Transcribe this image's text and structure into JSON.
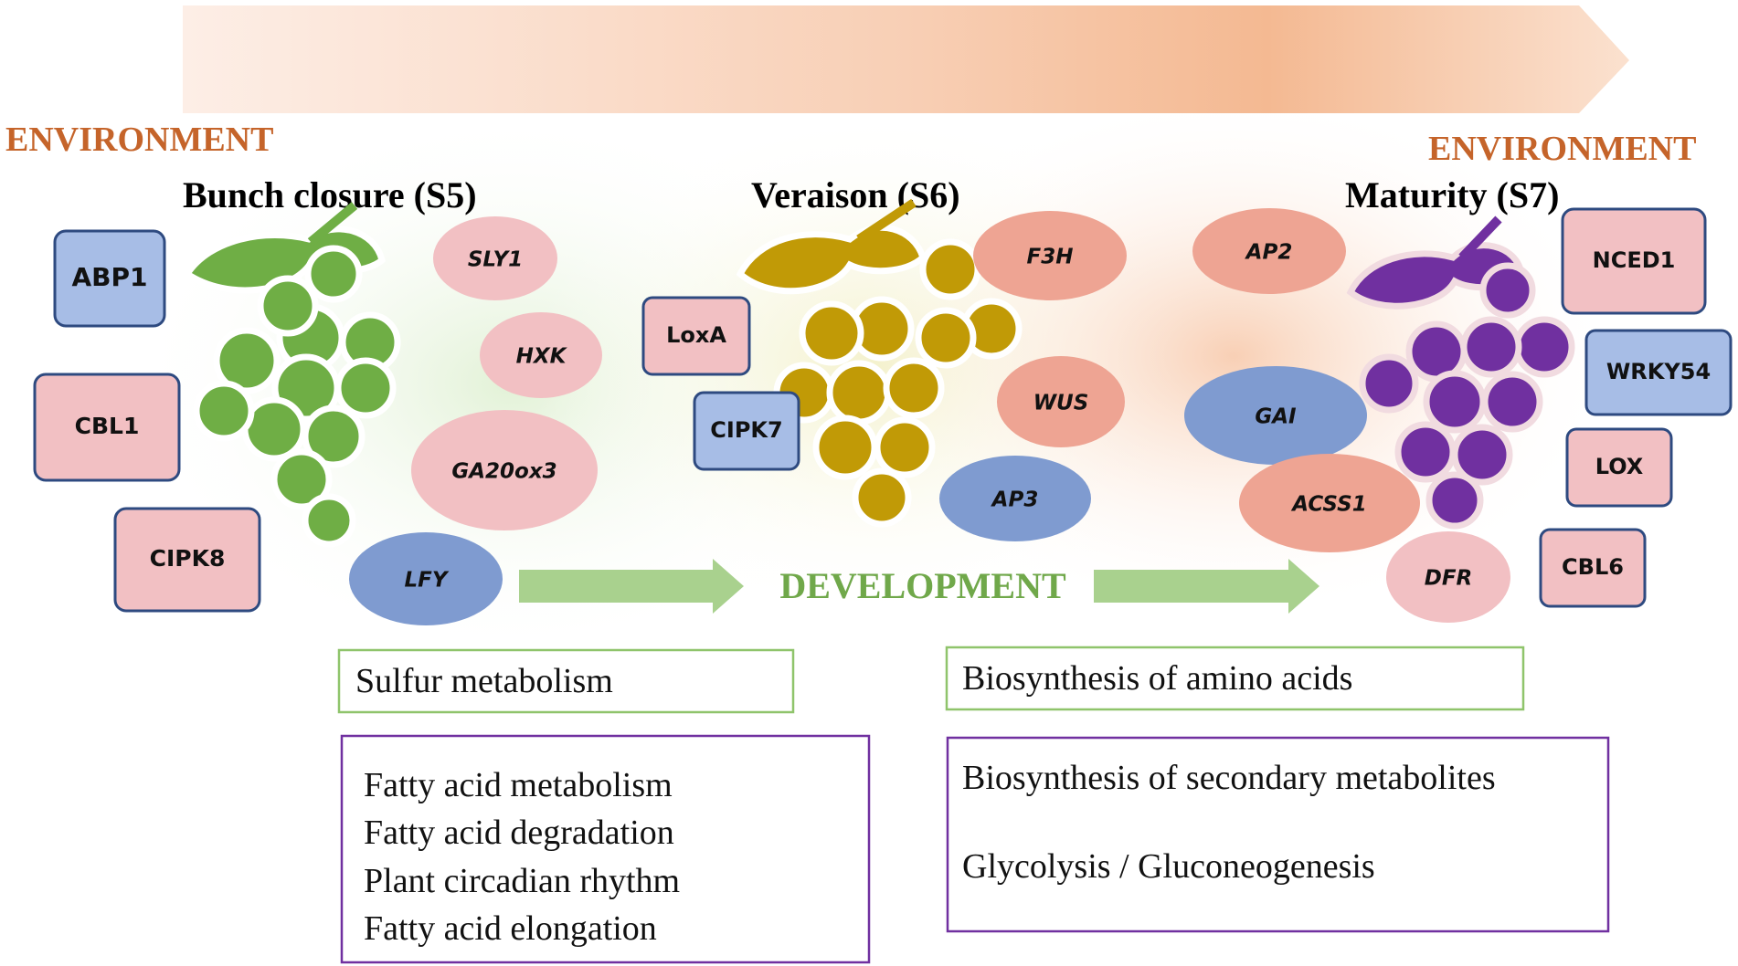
{
  "environment_labels": [
    "ENVIRONMENT",
    "ENVIRONMENT"
  ],
  "development_label": "DEVELOPMENT",
  "stages": [
    {
      "label": "Bunch closure (S5)",
      "grape_color": "#6fae45"
    },
    {
      "label": "Veraison (S6)",
      "grape_color": "#c19a06"
    },
    {
      "label": "Maturity (S7)",
      "grape_color": "#7030a0"
    }
  ],
  "colors": {
    "environment": "#c5642a",
    "development": "#70a84a",
    "pink_fill": "#f2c0c3",
    "salmon_fill": "#eea493",
    "blue_fill": "#a7bde6",
    "blue_oval_fill": "#7f9bd0",
    "box_stroke": "#2e4a80",
    "pathway_green": "#8fc46b",
    "pathway_purple": "#7030a0"
  },
  "genes": [
    {
      "label": "ABP1",
      "shape": "rect",
      "color": "blue",
      "italic": false
    },
    {
      "label": "CBL1",
      "shape": "rect",
      "color": "pink",
      "italic": false
    },
    {
      "label": "CIPK8",
      "shape": "rect",
      "color": "pink",
      "italic": false
    },
    {
      "label": "SLY1",
      "shape": "ellipse",
      "color": "pink",
      "italic": true
    },
    {
      "label": "HXK",
      "shape": "ellipse",
      "color": "pink",
      "italic": true
    },
    {
      "label": "GA20ox3",
      "shape": "ellipse",
      "color": "pink",
      "italic": true
    },
    {
      "label": "LFY",
      "shape": "ellipse",
      "color": "blue",
      "italic": true
    },
    {
      "label": "LoxA",
      "shape": "rect",
      "color": "pink",
      "italic": false
    },
    {
      "label": "CIPK7",
      "shape": "rect",
      "color": "blue",
      "italic": false
    },
    {
      "label": "F3H",
      "shape": "ellipse",
      "color": "salmon",
      "italic": true
    },
    {
      "label": "WUS",
      "shape": "ellipse",
      "color": "salmon",
      "italic": true
    },
    {
      "label": "AP3",
      "shape": "ellipse",
      "color": "blue",
      "italic": true
    },
    {
      "label": "AP2",
      "shape": "ellipse",
      "color": "salmon",
      "italic": true
    },
    {
      "label": "GAI",
      "shape": "ellipse",
      "color": "blue",
      "italic": true
    },
    {
      "label": "ACSS1",
      "shape": "ellipse",
      "color": "salmon",
      "italic": true
    },
    {
      "label": "DFR",
      "shape": "ellipse",
      "color": "pink",
      "italic": true
    },
    {
      "label": "NCED1",
      "shape": "rect",
      "color": "pink",
      "italic": false
    },
    {
      "label": "WRKY54",
      "shape": "rect",
      "color": "blue",
      "italic": false
    },
    {
      "label": "LOX",
      "shape": "rect",
      "color": "pink",
      "italic": false
    },
    {
      "label": "CBL6",
      "shape": "rect",
      "color": "pink",
      "italic": false
    }
  ],
  "pathway_boxes": [
    {
      "style": "green",
      "lines": [
        "Sulfur metabolism"
      ]
    },
    {
      "style": "purple",
      "lines": [
        "Fatty acid metabolism",
        "Fatty acid degradation",
        "Plant circadian rhythm",
        "Fatty acid elongation"
      ]
    },
    {
      "style": "green",
      "lines": [
        "Biosynthesis of amino acids"
      ]
    },
    {
      "style": "purple",
      "lines": [
        "Biosynthesis of secondary metabolites",
        "Glycolysis / Gluconeogenesis"
      ]
    }
  ]
}
